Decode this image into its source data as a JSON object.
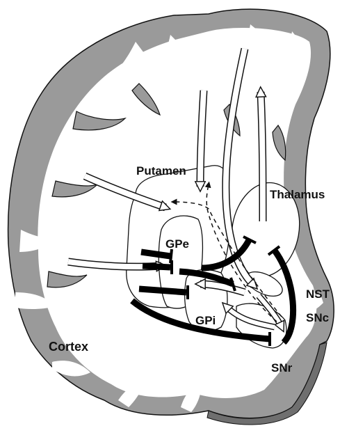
{
  "labels": {
    "putamen": "Putamen",
    "thalamus": "Thalamus",
    "gpe": "GPe",
    "gpi": "GPi",
    "nst": "NST",
    "snc": "SNc",
    "snr": "SNr",
    "cortex": "Cortex"
  },
  "colors": {
    "cortex_gray": "#9a9a9a",
    "white_matter": "#ffffff",
    "outline": "#111111",
    "inhibitory": "#000000"
  }
}
